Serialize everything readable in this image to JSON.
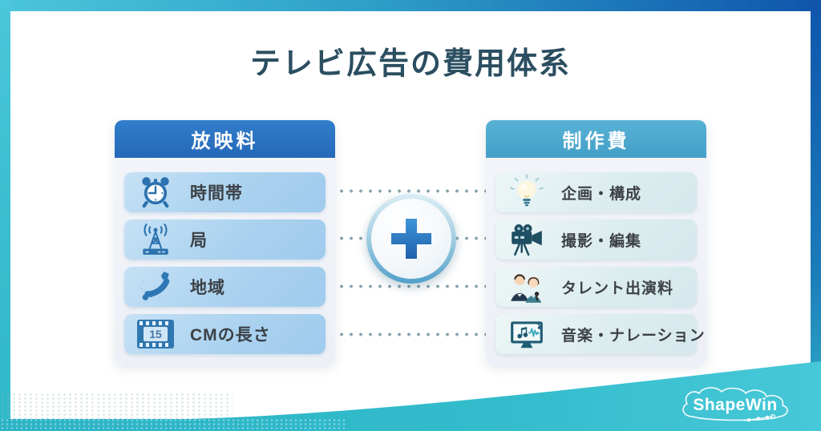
{
  "title": "テレビ広告の費用体系",
  "left_panel": {
    "header": "放映料",
    "items": [
      {
        "icon": "alarm-clock-icon",
        "label": "時間帯"
      },
      {
        "icon": "broadcast-tower-icon",
        "label": "局"
      },
      {
        "icon": "japan-map-icon",
        "label": "地域"
      },
      {
        "icon": "film-strip-icon",
        "label": "CMの長さ",
        "film_number": "15"
      }
    ]
  },
  "right_panel": {
    "header": "制作費",
    "items": [
      {
        "icon": "lightbulb-icon",
        "label": "企画・構成"
      },
      {
        "icon": "video-camera-icon",
        "label": "撮影・編集"
      },
      {
        "icon": "talent-icon",
        "label": "タレント出演料"
      },
      {
        "icon": "music-note-icon",
        "label": "音楽・ナレーション"
      }
    ]
  },
  "center": {
    "symbol": "plus"
  },
  "brand": {
    "name": "ShapeWin"
  },
  "colors": {
    "frame_cyan": "#4cc6da",
    "frame_blue": "#0f55ab",
    "swoosh_teal": "#2fb9c9",
    "left_header_blue": "#2c74c4",
    "right_header_teal": "#4fabd0",
    "left_item_blue": "#aad2ef",
    "right_item_teal": "#dcedef",
    "plus_blue": "#2c7cc4",
    "title_text": "#2b4e60"
  }
}
